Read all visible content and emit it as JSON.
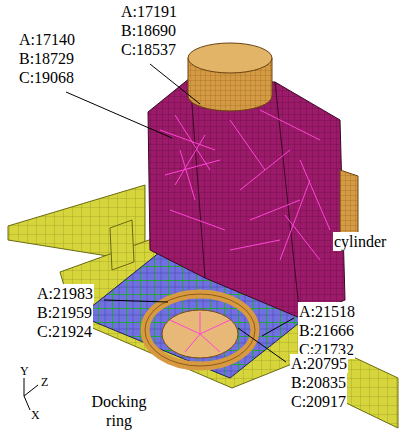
{
  "diagram": {
    "labels": [
      "A:17191",
      "B:18690",
      "C:18537",
      "A:17140",
      "B:18729",
      "C:19068",
      "cylinder",
      "A:21518",
      "B:21666",
      "C:21732",
      "A:21983",
      "B:21959",
      "C:21924",
      "Docking ring",
      "A:20795",
      "B:20835",
      "C:20917",
      "Y",
      "Z",
      "X"
    ]
  }
}
